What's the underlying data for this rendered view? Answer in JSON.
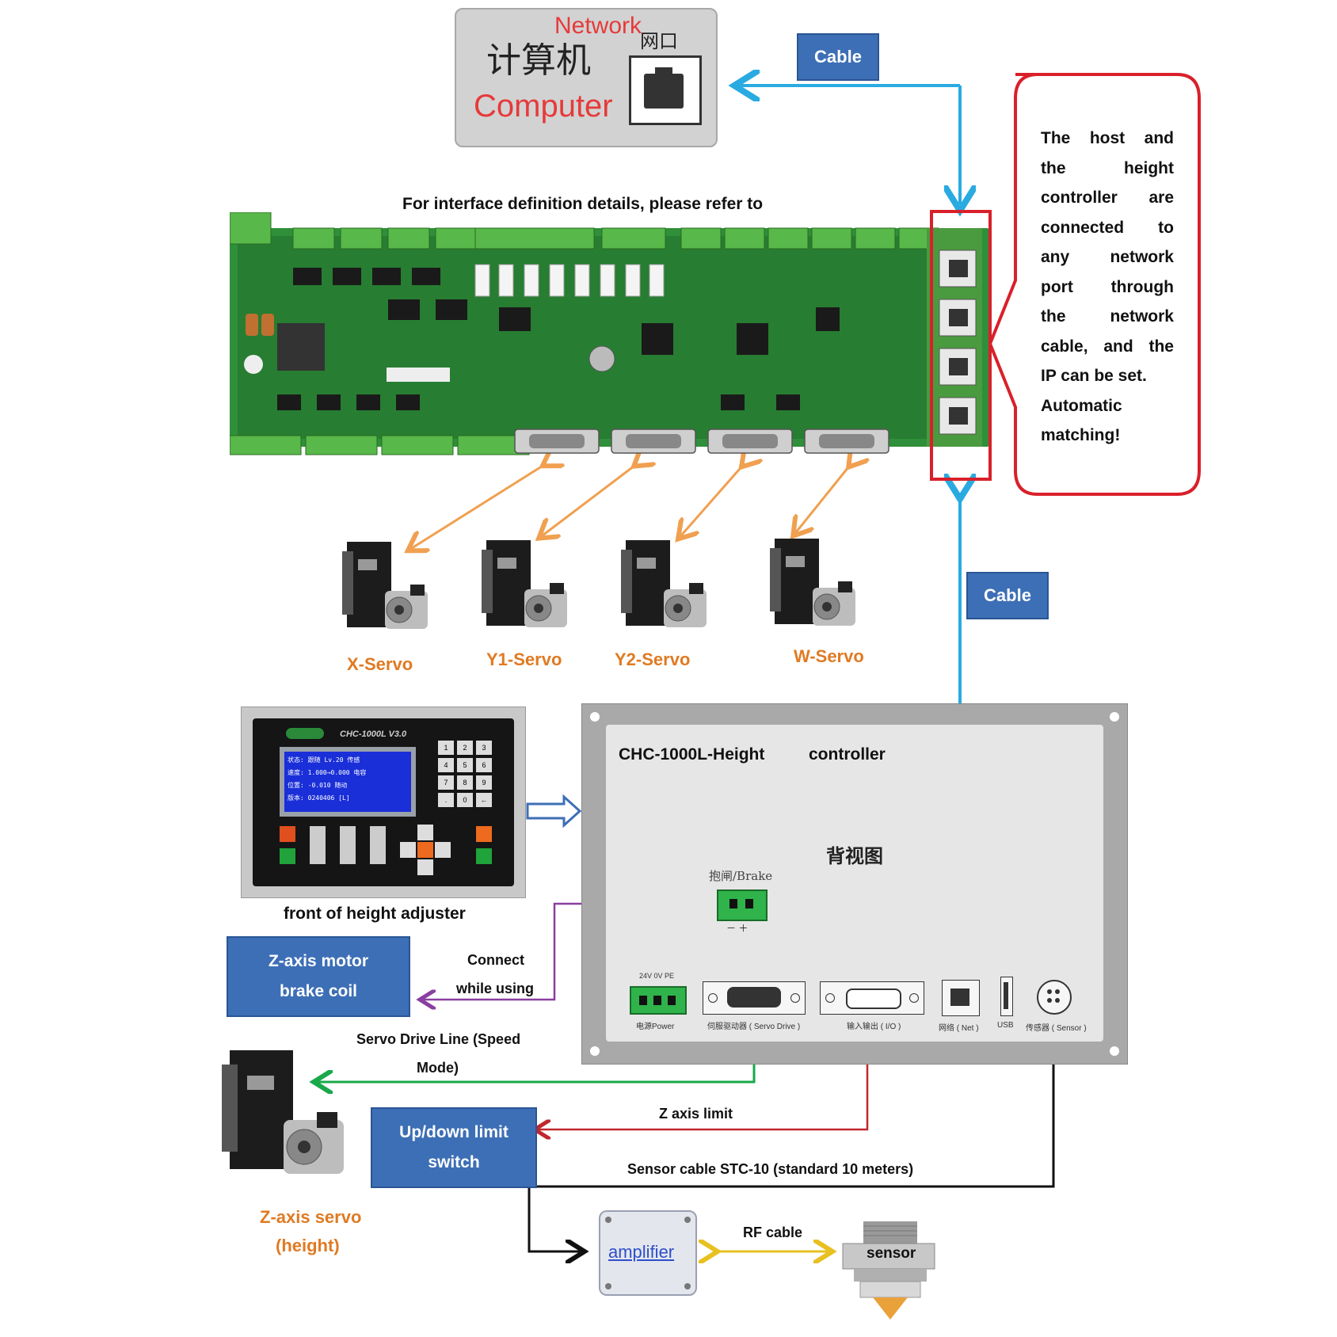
{
  "computer": {
    "cn_title": "计算机",
    "network_label": "Network",
    "net_port_cn": "网口",
    "en_title": "Computer"
  },
  "cable_top": "Cable",
  "cable_mid": "Cable",
  "interface_note": "For interface definition details, please refer to",
  "callout_lines": [
    "The host and",
    "the height",
    "controller are",
    "connected to",
    "any network",
    "port through",
    "the network",
    "cable, and the",
    "IP can be set.",
    "Automatic",
    "matching!"
  ],
  "servos": [
    {
      "label": "X-Servo"
    },
    {
      "label": "Y1-Servo"
    },
    {
      "label": "Y2-Servo"
    },
    {
      "label": "W-Servo"
    }
  ],
  "front_panel": {
    "model": "CHC-1000L V3.0",
    "caption": "front of height adjuster",
    "lcd_lines": [
      "状态: 跟随  Lv.20  传感",
      "速度: 1.000→0.000  电容",
      "位置: -0.010  随动",
      "版本: 0240406  [L]"
    ],
    "keys": [
      "1",
      "2",
      "3",
      "4",
      "5",
      "6",
      "7",
      "8",
      "9",
      ".",
      "0",
      "←"
    ]
  },
  "controller": {
    "title_left": "CHC-1000L-Height",
    "title_right": "controller",
    "back_view_cn": "背视图",
    "brake_label": "抱闸/Brake",
    "brake_polarity": "－ ＋",
    "power_top": "24V 0V PE",
    "power_label": "电源Power",
    "servo_drive_label": "伺服驱动器 ( Servo Drive )",
    "io_label": "输入输出 ( I/O )",
    "net_label": "网络 ( Net )",
    "usb_label": "USB",
    "sensor_label": "传感器 ( Sensor )"
  },
  "zaxis_brake_box": "Z-axis motor brake coil",
  "connect_while_using": [
    "Connect",
    "while using"
  ],
  "servo_drive_line": [
    "Servo Drive Line (Speed",
    "Mode)"
  ],
  "z_axis_limit": "Z axis limit",
  "updown_limit_box": "Up/down limit switch",
  "sensor_cable": "Sensor cable STC-10 (standard 10 meters)",
  "zaxis_servo": [
    "Z-axis servo",
    "(height)"
  ],
  "amplifier": "amplifier",
  "rf_cable": "RF cable",
  "sensor": "sensor",
  "colors": {
    "blue_cable": "#29abe2",
    "orange_link": "#f0a050",
    "green_line": "#19a84a",
    "red_line": "#c0272d",
    "purple_line": "#8a3fa0",
    "box_blue": "#3d6fb6",
    "pcb_green": "#2f8f3a",
    "callout_red": "#d9202a"
  }
}
